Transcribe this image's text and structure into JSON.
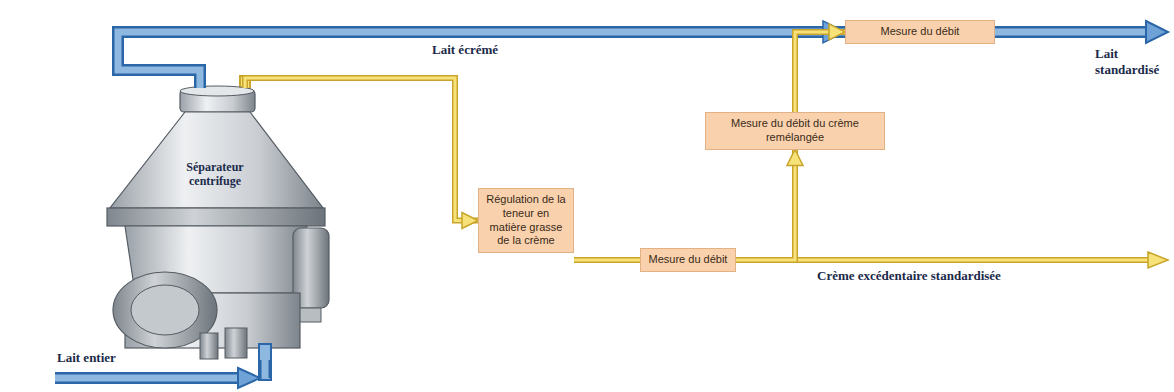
{
  "diagram": {
    "nodes": [
      {
        "text": [
          "Mesure du débit"
        ]
      },
      {
        "text": [
          "Séparateur centrifuge"
        ]
      },
      {
        "text": [
          "Mesure du débit du crème remélangée"
        ]
      },
      {
        "text": [
          "Régulation de la teneur en matière grasse de la crème"
        ]
      },
      {
        "text": [
          "Mesure du débit"
        ]
      }
    ],
    "edges": [
      {
        "from": 1,
        "to": 0,
        "arrow": "to",
        "label": "Lait écrémé"
      },
      {
        "from": 1,
        "to": 3,
        "arrow": "to"
      },
      {
        "from": 3,
        "to": 4,
        "arrow": "none"
      },
      {
        "from": 4,
        "to": 2,
        "arrow": "to"
      },
      {
        "from": 2,
        "to": 0,
        "arrow": "to"
      }
    ],
    "labels": [
      "Lait standardisé",
      "Crème excédentaire standardisée",
      "Lait entier"
    ]
  }
}
